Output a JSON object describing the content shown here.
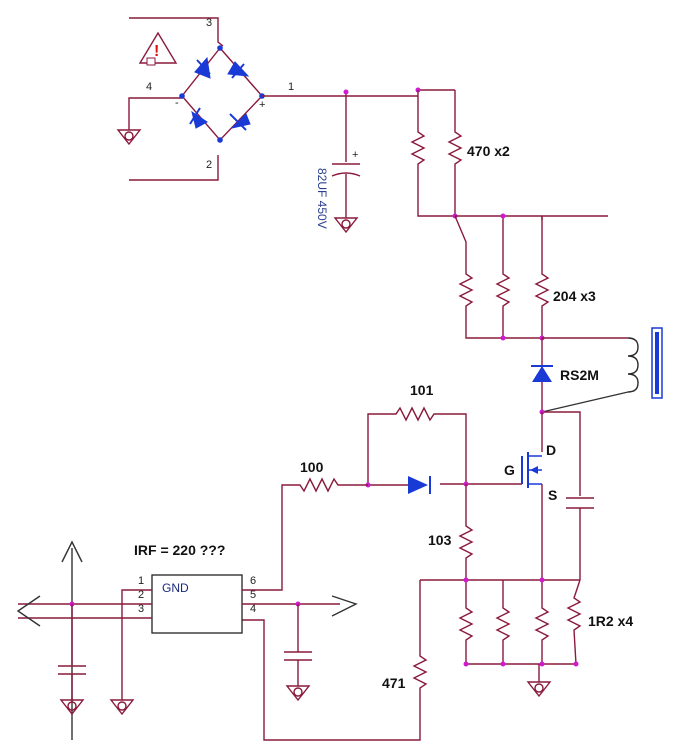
{
  "labels": {
    "r_top": "470 x2",
    "r_mid": "204 x3",
    "diode": "RS2M",
    "r101": "101",
    "r100": "100",
    "drain": "D",
    "gate": "G",
    "source": "S",
    "irf": "IRF = 220 ???",
    "r103": "103",
    "r_bottom": "1R2 x4",
    "r471": "471",
    "cap": "82UF 450V",
    "ic_gnd": "GND"
  },
  "bridge_pins": {
    "p1": "1",
    "p2": "2",
    "p3": "3",
    "p4": "4",
    "plus": "+",
    "minus": "-"
  },
  "ic_pins": {
    "p1": "1",
    "p2": "2",
    "p3": "3",
    "p4": "4",
    "p5": "5",
    "p6": "6"
  },
  "cap_polarity": "+",
  "warning": "!"
}
